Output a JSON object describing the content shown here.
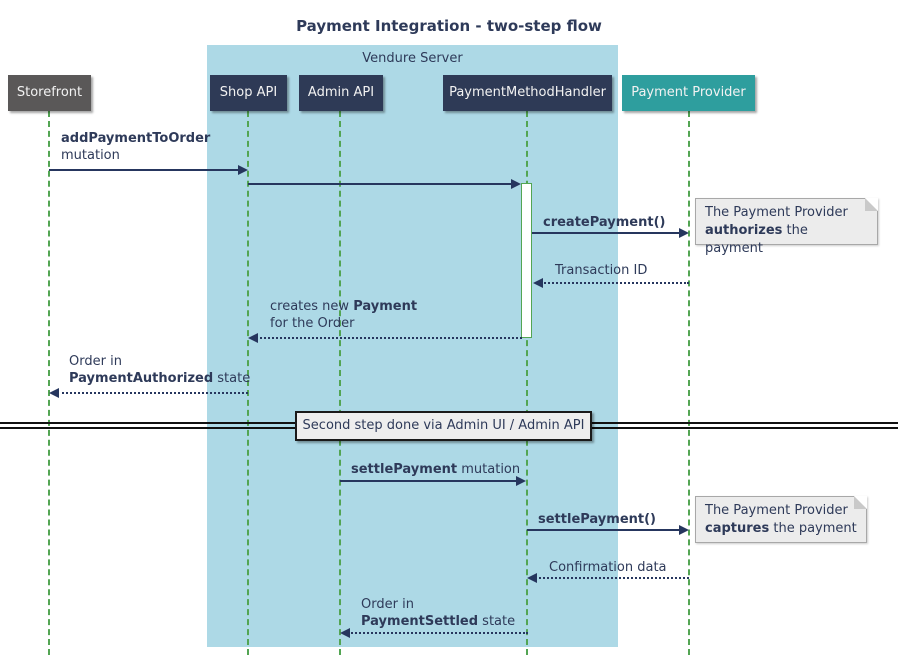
{
  "title": "Payment Integration - two-step flow",
  "frame": {
    "label": "Vendure Server"
  },
  "participants": [
    {
      "id": "storefront",
      "label": "Storefront"
    },
    {
      "id": "shop-api",
      "label": "Shop API"
    },
    {
      "id": "admin-api",
      "label": "Admin API"
    },
    {
      "id": "payment-method-handler",
      "label": "PaymentMethodHandler"
    },
    {
      "id": "payment-provider",
      "label": "Payment Provider"
    }
  ],
  "messages": [
    {
      "from": "Storefront",
      "to": "Shop API",
      "type": "solid",
      "line1_bold": "addPaymentToOrder",
      "line2": "mutation"
    },
    {
      "from": "Shop API",
      "to": "PaymentMethodHandler",
      "type": "solid"
    },
    {
      "from": "PaymentMethodHandler",
      "to": "Payment Provider",
      "type": "solid",
      "line1_bold": "createPayment()"
    },
    {
      "from": "Payment Provider",
      "to": "PaymentMethodHandler",
      "type": "dotted",
      "line1": "Transaction ID"
    },
    {
      "from": "PaymentMethodHandler",
      "to": "Shop API",
      "type": "dotted",
      "line1": "creates new ",
      "line1_bold": "Payment",
      "line2": "for the Order"
    },
    {
      "from": "Shop API",
      "to": "Storefront",
      "type": "dotted",
      "line1": "Order in",
      "line2_bold": "PaymentAuthorized",
      "line2": " state"
    },
    {
      "from": "Admin API",
      "to": "PaymentMethodHandler",
      "type": "solid",
      "line1_bold": "settlePayment",
      "line1": " mutation"
    },
    {
      "from": "PaymentMethodHandler",
      "to": "Payment Provider",
      "type": "solid",
      "line1_bold": "settlePayment()"
    },
    {
      "from": "Payment Provider",
      "to": "PaymentMethodHandler",
      "type": "dotted",
      "line1": "Confirmation data"
    },
    {
      "from": "PaymentMethodHandler",
      "to": "Admin API",
      "type": "dotted",
      "line1": "Order in",
      "line2_bold": "PaymentSettled",
      "line2": " state"
    }
  ],
  "divider": {
    "label": "Second step done via Admin UI / Admin API"
  },
  "notes": [
    {
      "line1": "The Payment Provider",
      "line2_bold": "authorizes",
      "line2": " the payment"
    },
    {
      "line1": "The Payment Provider",
      "line2_bold": "captures",
      "line2": " the payment"
    }
  ],
  "colors": {
    "navy": "#2E3A59",
    "arrow": "#26365E",
    "frame_bg": "#ADD9E6",
    "participant_dark": "#2E3A56",
    "participant_gray": "#5A5858",
    "participant_teal": "#2E9E9E",
    "lifeline_green": "#53A553",
    "note_bg": "#ECECEC",
    "note_border": "#A8A8A8",
    "divider_bg": "#EEEEEE",
    "divider_border": "#1A1A1A",
    "text_light": "#F2F2F2"
  }
}
